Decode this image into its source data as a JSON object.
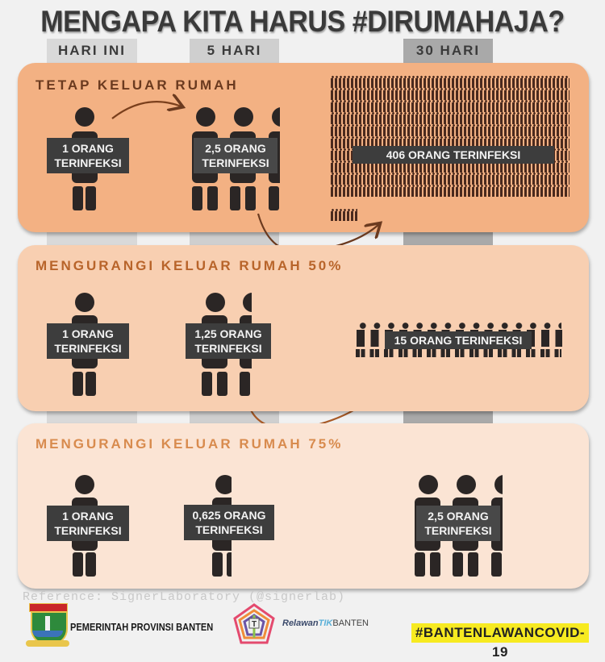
{
  "title": "MENGAPA KITA HARUS #DIRUMAHAJA?",
  "columns": [
    {
      "label": "HARI INI"
    },
    {
      "label": "5 HARI"
    },
    {
      "label": "30 HARI"
    }
  ],
  "scenarios": [
    {
      "title": "TETAP KELUAR RUMAH",
      "day0_label_line1": "1 ORANG",
      "day0_label_line2": "TERINFEKSI",
      "day5_label_line1": "2,5 ORANG",
      "day5_label_line2": "TERINFEKSI",
      "day30_label": "406 ORANG TERINFEKSI",
      "color": "#f3b183",
      "title_color": "#6b3a1f"
    },
    {
      "title": "MENGURANGI KELUAR RUMAH 50%",
      "day0_label_line1": "1 ORANG",
      "day0_label_line2": "TERINFEKSI",
      "day5_label_line1": "1,25  ORANG",
      "day5_label_line2": "TERINFEKSI",
      "day30_label": "15 ORANG TERINFEKSI",
      "color": "#f8cfb1",
      "title_color": "#b8642a"
    },
    {
      "title": "MENGURANGI KELUAR RUMAH 75%",
      "day0_label_line1": "1 ORANG",
      "day0_label_line2": "TERINFEKSI",
      "day5_label_line1": "0,625 ORANG",
      "day5_label_line2": "TERINFEKSI",
      "day30_label_line1": "2,5 ORANG",
      "day30_label_line2": "TERINFEKSI",
      "color": "#fbe4d4",
      "title_color": "#d88b4e"
    }
  ],
  "footer": {
    "reference": "Reference: SignerLaboratory (@signerlab)",
    "gov_label": "PEMERINTAH PROVINSI BANTEN",
    "relawan_prefix": "Relawan",
    "relawan_tik": "TIK",
    "relawan_suffix": "BANTEN",
    "hashtag": "#BANTENLAWANCOVID-19"
  }
}
